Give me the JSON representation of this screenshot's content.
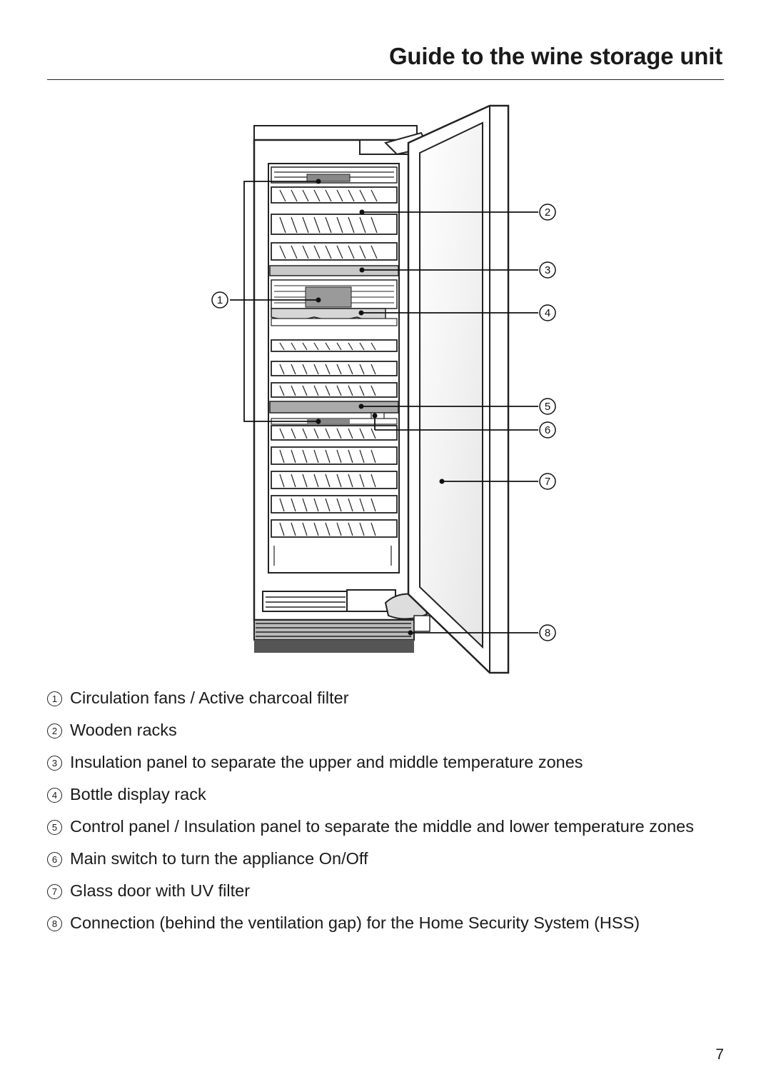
{
  "page": {
    "title": "Guide to the wine storage unit",
    "page_number": "7"
  },
  "callouts": [
    "1",
    "2",
    "3",
    "4",
    "5",
    "6",
    "7",
    "8"
  ],
  "legend": [
    {
      "num": "1",
      "text": "Circulation fans / Active charcoal filter"
    },
    {
      "num": "2",
      "text": "Wooden racks"
    },
    {
      "num": "3",
      "text": "Insulation panel to separate the upper and middle temperature zones"
    },
    {
      "num": "4",
      "text": "Bottle display rack"
    },
    {
      "num": "5",
      "text": "Control panel / Insulation panel to separate the middle and lower temperature zones"
    },
    {
      "num": "6",
      "text": "Main switch to turn the appliance On/Off"
    },
    {
      "num": "7",
      "text": "Glass door with UV filter"
    },
    {
      "num": "8",
      "text": "Connection (behind the ventilation gap) for the Home Security System (HSS)"
    }
  ]
}
